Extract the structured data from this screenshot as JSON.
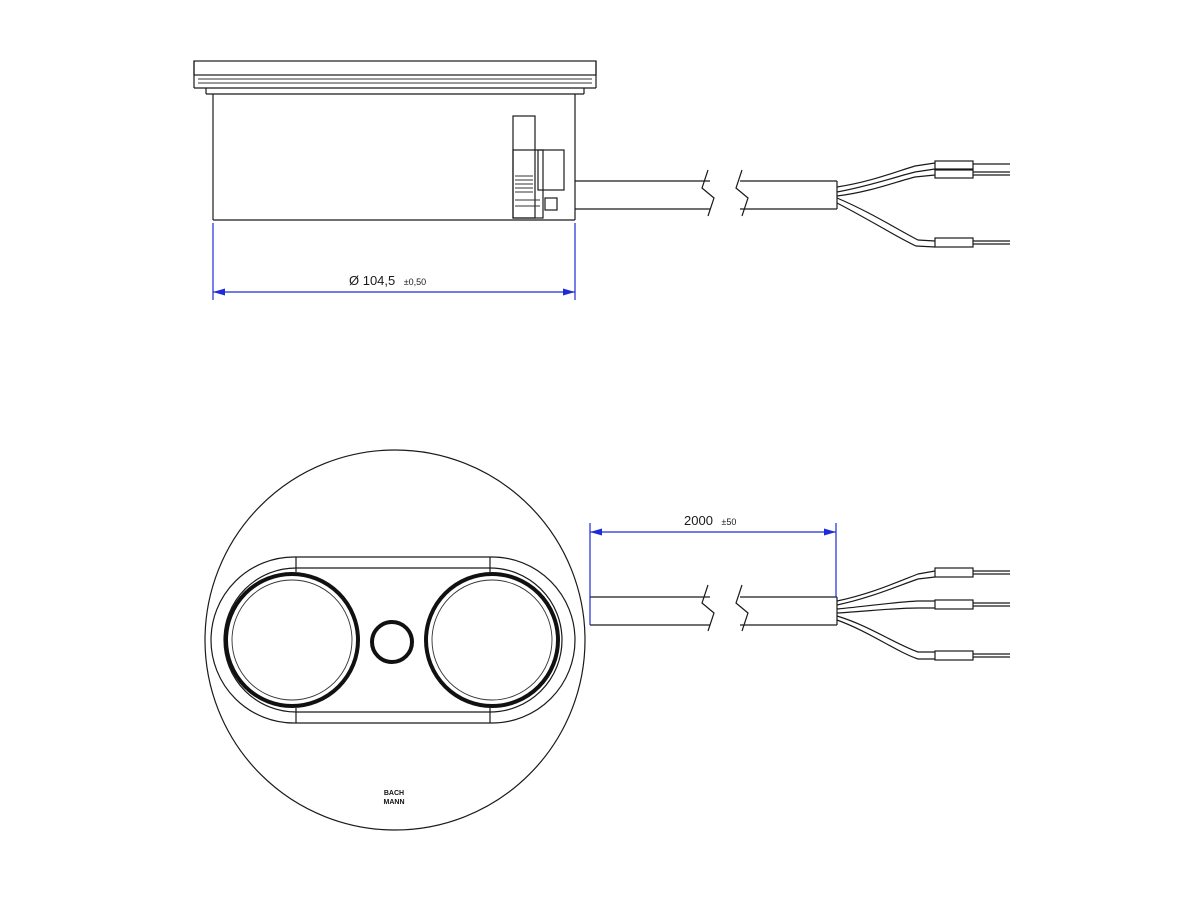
{
  "drawing": {
    "dimension_diameter": {
      "value": "Ø 104,5",
      "tolerance": "±0,50"
    },
    "dimension_cable_length": {
      "value": "2000",
      "tolerance": "±50"
    },
    "product_mark": {
      "line1": "BACH",
      "line2": "MANN"
    },
    "colors": {
      "line": "#1a1a1a",
      "dimension": "#1e2bd6"
    }
  }
}
